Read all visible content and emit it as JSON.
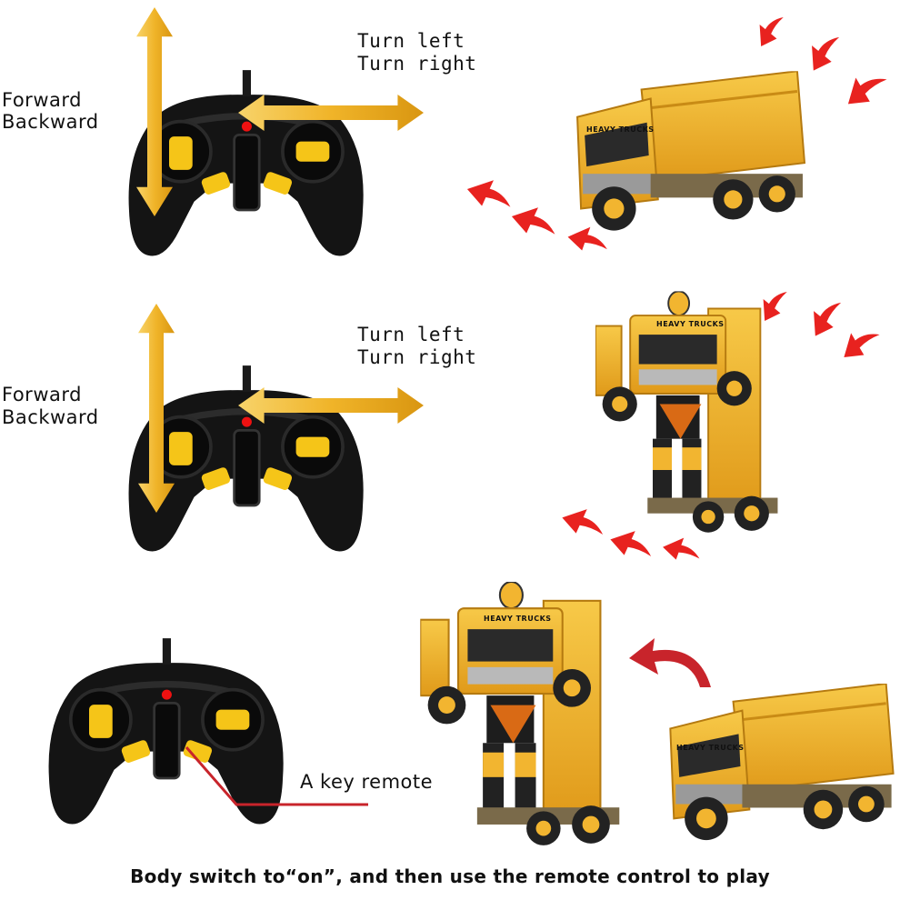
{
  "colors": {
    "controller_body": "#141414",
    "controller_yellow": "#f5c518",
    "arrow_gold": "#f0b429",
    "arrow_red": "#e8221f",
    "truck_yellow": "#f2b530",
    "truck_dark": "#2a2a2a",
    "pointer_red": "#c8242b"
  },
  "panels": [
    {
      "forward_label": "Forward",
      "backward_label": "Backward",
      "turn_left_label": "Turn left",
      "turn_right_label": "Turn right",
      "vehicle_form": "truck",
      "truck_badge": "HEAVY TRUCKS"
    },
    {
      "forward_label": "Forward",
      "backward_label": "Backward",
      "turn_left_label": "Turn left",
      "turn_right_label": "Turn right",
      "vehicle_form": "robot",
      "truck_badge": "HEAVY TRUCKS"
    },
    {
      "key_remote_label": "A key remote",
      "robot_badge": "HEAVY TRUCKS",
      "truck_badge": "HEAVY TRUCKS"
    }
  ],
  "footer_text": "Body switch to“on”, and then use the remote control to play",
  "icons": [
    "controller-icon",
    "arrow-up-icon",
    "arrow-down-icon",
    "arrow-left-icon",
    "arrow-right-icon",
    "red-motion-arrow-icon",
    "transform-arrow-icon"
  ]
}
